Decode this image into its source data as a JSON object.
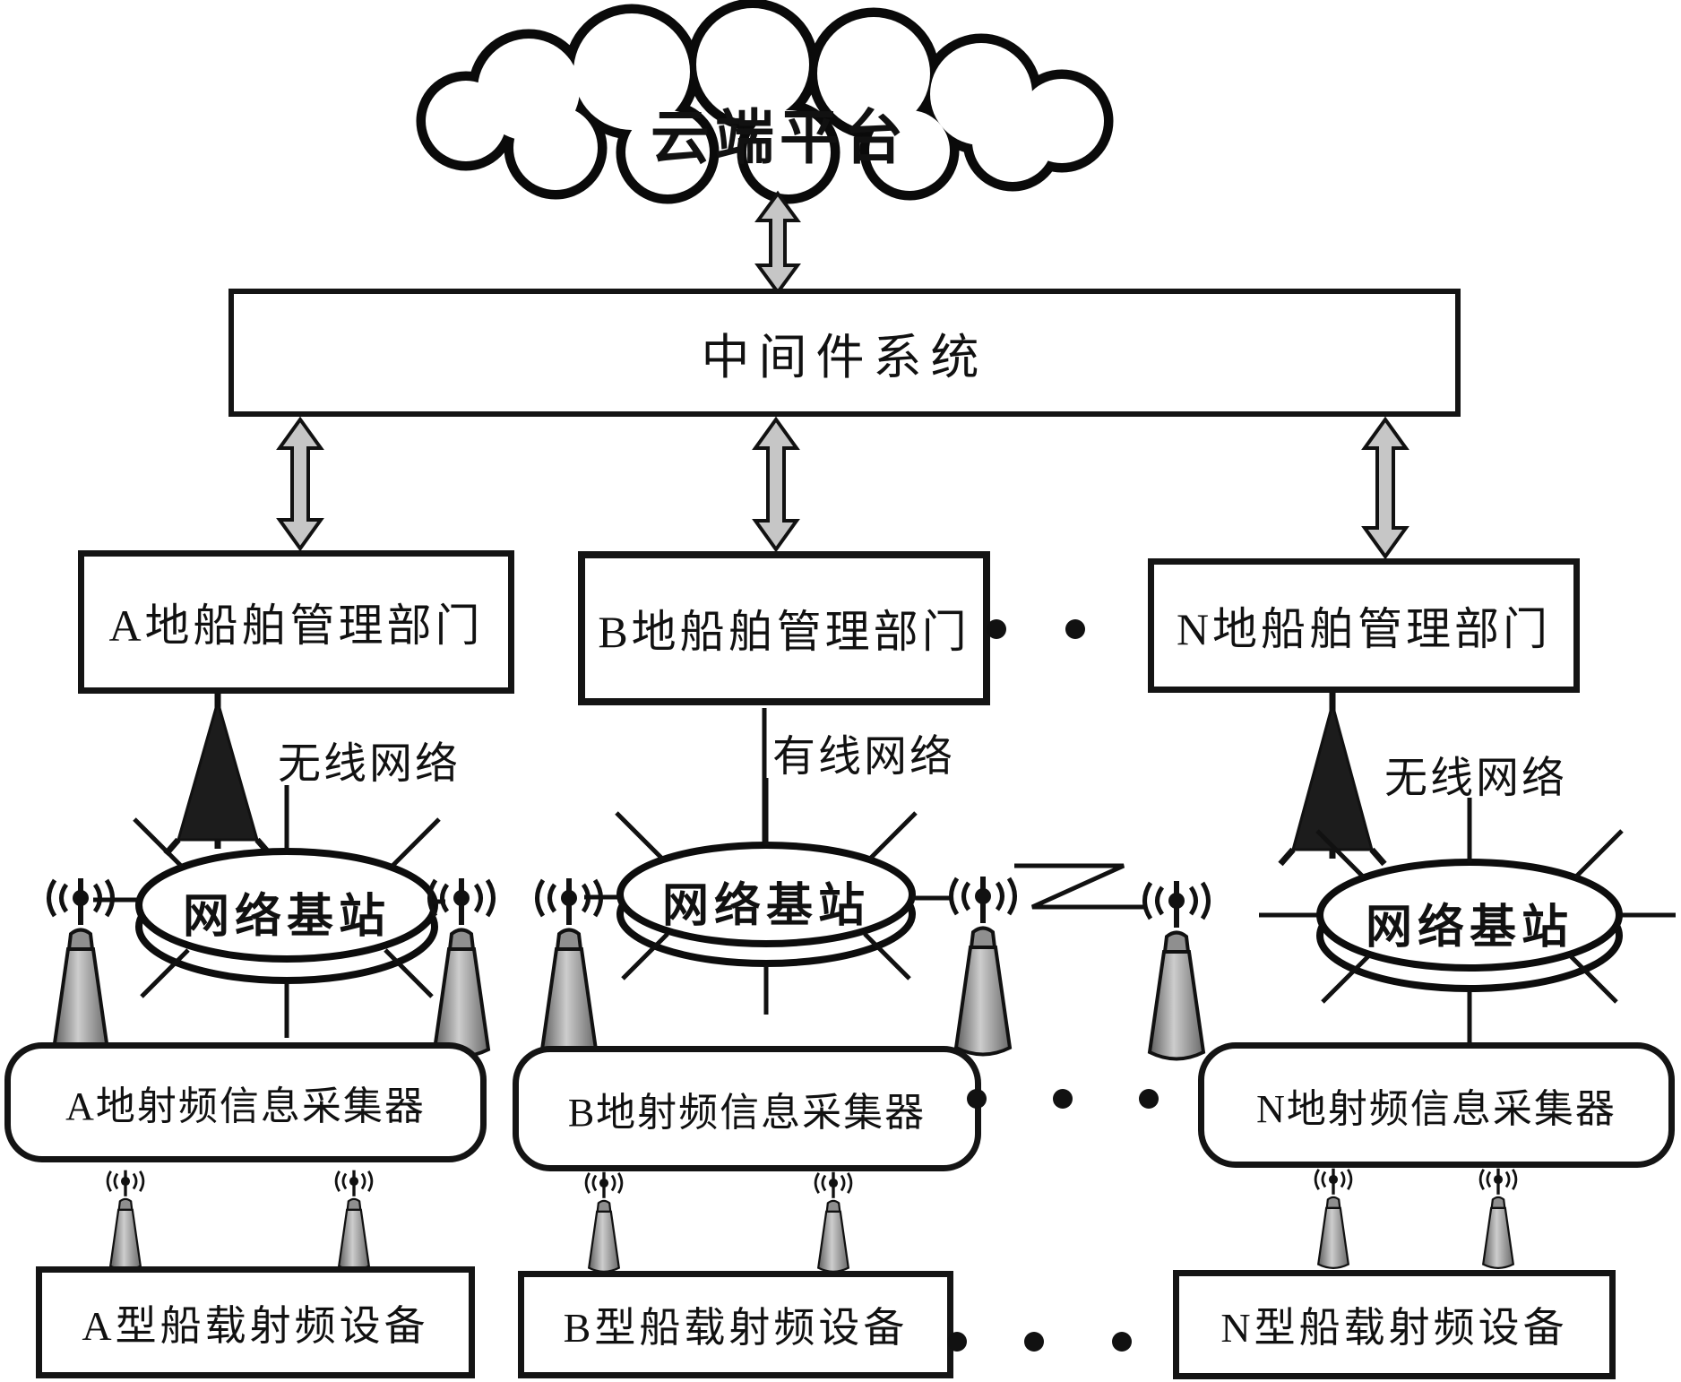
{
  "diagram": {
    "cloud": {
      "label": "云端平台"
    },
    "middleware": {
      "label": "中间件系统"
    },
    "departments": [
      {
        "label": "A地船舶管理部门"
      },
      {
        "label": "B地船舶管理部门"
      },
      {
        "label": "N地船舶管理部门"
      }
    ],
    "network_labels": {
      "wireless_left": "无线网络",
      "wired_middle": "有线网络",
      "wireless_right": "无线网络"
    },
    "base_stations": [
      {
        "label": "网络基站"
      },
      {
        "label": "网络基站"
      },
      {
        "label": "网络基站"
      }
    ],
    "collectors": [
      {
        "label": "A地射频信息采集器"
      },
      {
        "label": "B地射频信息采集器"
      },
      {
        "label": "N地射频信息采集器"
      }
    ],
    "devices": [
      {
        "label": "A型船载射频设备"
      },
      {
        "label": "B型船载射频设备"
      },
      {
        "label": "N型船载射频设备"
      }
    ],
    "icons": {
      "cloud": "cloud-shape",
      "double_arrow": "double-arrow-icon",
      "tower": "radio-tower-icon",
      "antenna": "antenna-icon",
      "ellipsis": "ellipsis-dots"
    },
    "colors": {
      "ink": "#111111",
      "paper": "#ffffff",
      "arrow_fill": "#c6c6c6"
    }
  }
}
